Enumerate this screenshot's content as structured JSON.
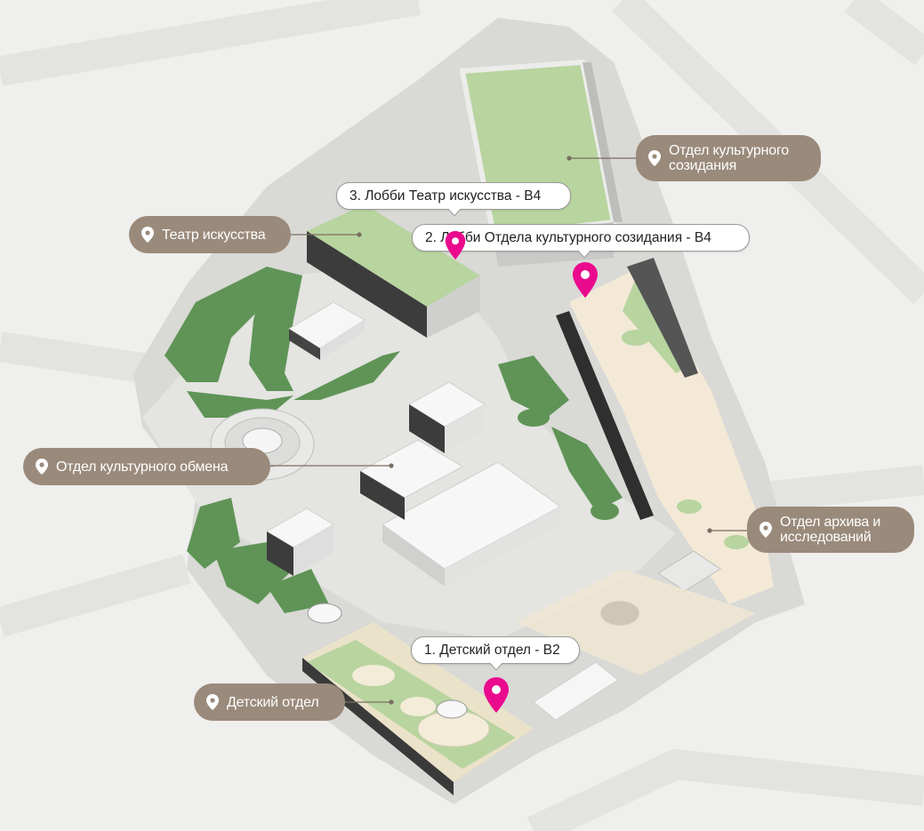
{
  "colors": {
    "background": "#efefed",
    "ground": "#d8d8d5",
    "road": "#e6e6e4",
    "grass": "#5f9456",
    "field": "#b8d49f",
    "sand": "#f3e9d6",
    "building": "#f4f4f4",
    "building_dark": "#3c3c3c",
    "label_bg": "#9a8a7b",
    "marker": "#ea0a8e"
  },
  "areas": [
    {
      "id": "cultural-creation",
      "name_lines": [
        "Отдел культурного",
        "созидания"
      ]
    },
    {
      "id": "art-theatre",
      "name_lines": [
        "Театр искусства"
      ]
    },
    {
      "id": "cultural-exchange",
      "name_lines": [
        "Отдел культурного обмена"
      ]
    },
    {
      "id": "archive-research",
      "name_lines": [
        "Отдел архива и",
        "исследований"
      ]
    },
    {
      "id": "children",
      "name_lines": [
        "Детский отдел"
      ]
    }
  ],
  "callouts": [
    {
      "id": "lobby-theatre",
      "text": "3. Лобби Театр искусства - B4",
      "icon": "map-pin-icon"
    },
    {
      "id": "lobby-creation",
      "text": "2. Лобби Отдела культурного созидания  - B4",
      "icon": "map-pin-icon"
    },
    {
      "id": "children-b2",
      "text": "1. Детский отдел - B2",
      "icon": "map-pin-icon"
    }
  ],
  "icons": {
    "label": "location-pin-icon",
    "marker": "map-pin-icon"
  }
}
